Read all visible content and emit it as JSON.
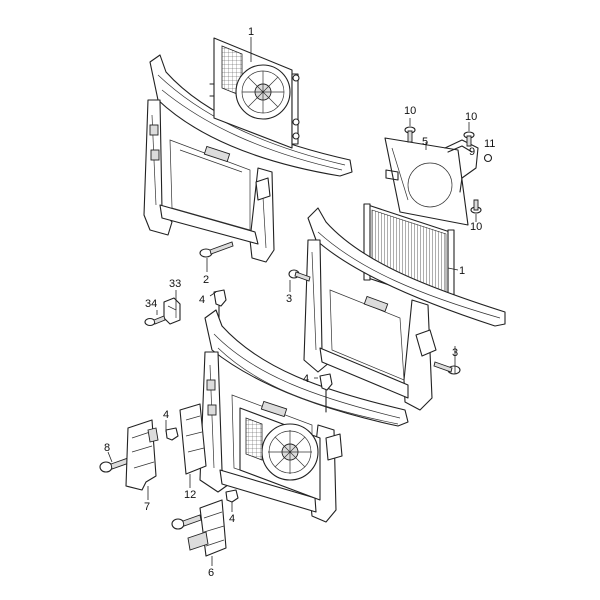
{
  "callouts": {
    "c1a": "1",
    "c1b": "1",
    "c2": "2",
    "c3a": "3",
    "c3b": "3",
    "c4a": "4",
    "c4b": "4",
    "c4c": "4",
    "c4d": "4",
    "c5": "5",
    "c6": "6",
    "c7": "7",
    "c8": "8",
    "c9": "9",
    "c10a": "10",
    "c10b": "10",
    "c10c": "10",
    "c11": "11",
    "c12": "12",
    "c33": "33",
    "c34": "34"
  }
}
